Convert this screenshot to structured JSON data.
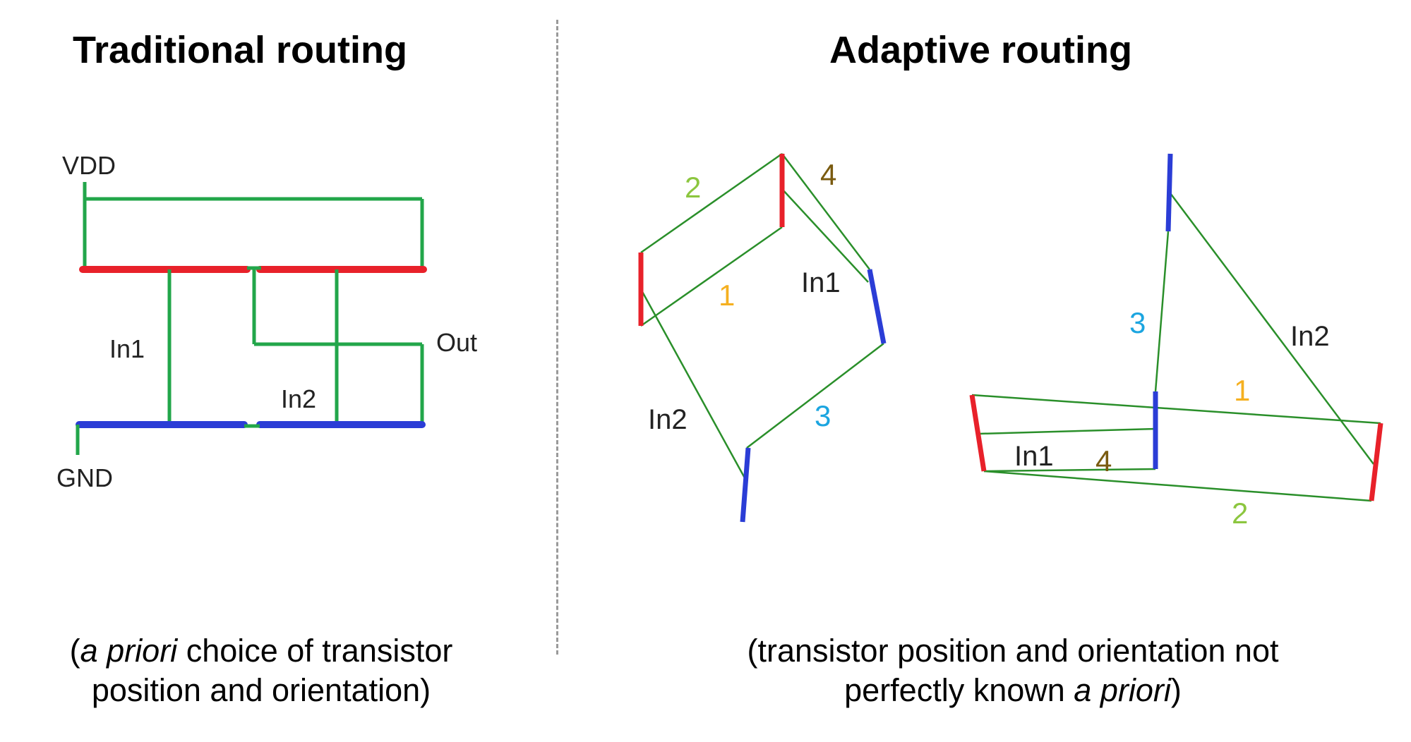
{
  "titles": {
    "left": "Traditional routing",
    "right": "Adaptive routing"
  },
  "captions": {
    "left": {
      "open": "(",
      "italic": "a priori",
      "line1_rest": " choice of transistor",
      "line2": "position and orientation)"
    },
    "right": {
      "line1": "(transistor position and orientation not",
      "line2_start": "perfectly known ",
      "italic": "a priori",
      "close": ")"
    }
  },
  "traditional": {
    "labels": {
      "vdd": "VDD",
      "gnd": "GND",
      "in1": "In1",
      "in2": "In2",
      "out": "Out"
    }
  },
  "adaptive_a": {
    "labels": {
      "n1": "1",
      "n2": "2",
      "n3": "3",
      "n4": "4",
      "in1": "In1",
      "in2": "In2"
    }
  },
  "adaptive_b": {
    "labels": {
      "n1": "1",
      "n2": "2",
      "n3": "3",
      "n4": "4",
      "in1": "In1",
      "in2": "In2"
    }
  },
  "colors": {
    "wire": "#22a64a",
    "pmos": "#e8212a",
    "nmos": "#2b3dd6",
    "label_1": "#f5b020",
    "label_2": "#8cc63f",
    "label_3": "#1ba5e0",
    "label_4": "#7a5b10"
  }
}
